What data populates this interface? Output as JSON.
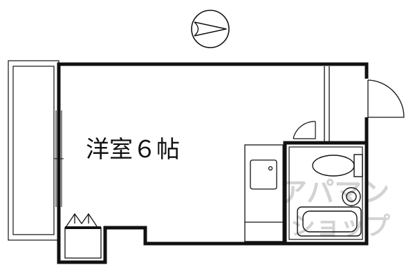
{
  "floorplan": {
    "room_label": "洋室６帖",
    "compass": {
      "icon": "north-arrow-compass"
    },
    "watermark": {
      "line1": "アパマン",
      "line2": "ショップ",
      "color": "#cfcfcf"
    },
    "colors": {
      "wall": "#111111",
      "fixture": "#555555",
      "background": "#ffffff"
    }
  }
}
